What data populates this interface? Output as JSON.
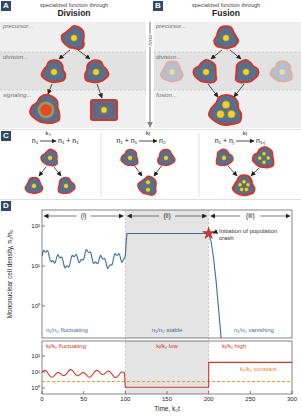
{
  "diagram": {
    "nodes": [
      {
        "text": [
          "A"
        ]
      },
      {
        "text": [
          "B"
        ]
      },
      {
        "text": [
          "C"
        ]
      },
      {
        "text": [
          "D"
        ]
      }
    ],
    "labels": [
      "specialized function through",
      "Division",
      "specialized function through",
      "Fusion",
      "precursor...",
      "division...",
      "signaling...",
      "precursor...",
      "division...",
      "fusion...",
      "time",
      "n₁",
      "kₛ",
      "n₁ + n₁",
      "n₁ + n₁",
      "kf",
      "n₂",
      "n₁ + nⱼ",
      "kf",
      "n₁₊ⱼ",
      "(i)",
      "(ii)",
      "(iii)",
      "n₁/n₀ fluctuating",
      "n₁/n₀ stable",
      "n₁/n₀ vanishing",
      "Initiation of population crash",
      "Mononuclear cell density, n₁/n₀",
      "10²",
      "10¹",
      "10⁰",
      "kf/kₛ fluctuating",
      "kf/kₛ low",
      "kf/kₛ high",
      "kₛ/k₀ constant",
      "10²",
      "10¹",
      "10⁰",
      "0",
      "50",
      "100",
      "150",
      "200",
      "250",
      "300",
      "Time, k₀t"
    ]
  }
}
